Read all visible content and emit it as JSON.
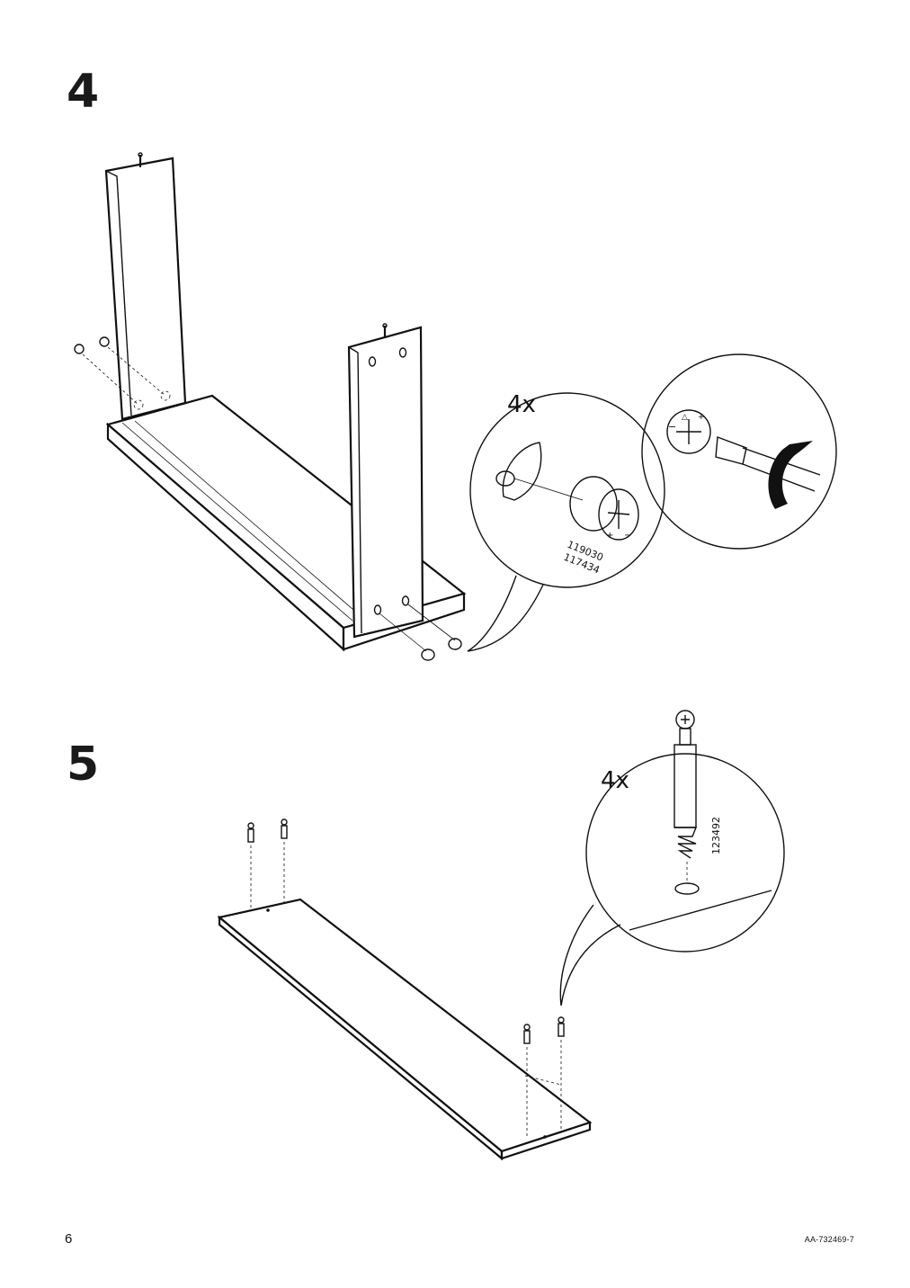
{
  "page": {
    "page_number": "6",
    "document_code": "AA-732469-7"
  },
  "steps": [
    {
      "number": "4",
      "callouts": [
        {
          "quantity": "4x",
          "part_numbers": [
            "119030",
            "117434"
          ]
        }
      ]
    },
    {
      "number": "5",
      "callouts": [
        {
          "quantity": "4x",
          "part_numbers": [
            "123492"
          ]
        }
      ]
    }
  ],
  "colors": {
    "ink": "#111111",
    "paper": "#ffffff"
  }
}
